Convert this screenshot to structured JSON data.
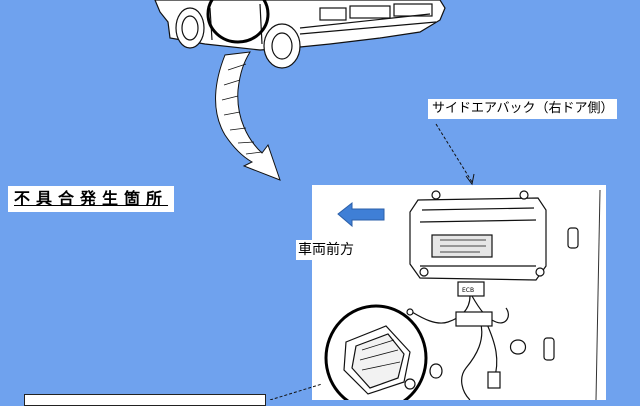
{
  "labels": {
    "side_airbag": "サイドエアバック（右ドア側）",
    "defect_location": "不具合発生箇所",
    "vehicle_front": "車両前方"
  },
  "colors": {
    "background": "#6fa2ee",
    "panel": "#ffffff",
    "direction_arrow": "#3f7fd6"
  },
  "icons": {
    "car": "car-front-view",
    "zoom_arrow": "curved-hatched-arrow",
    "front_arrow": "left-arrow-icon"
  }
}
